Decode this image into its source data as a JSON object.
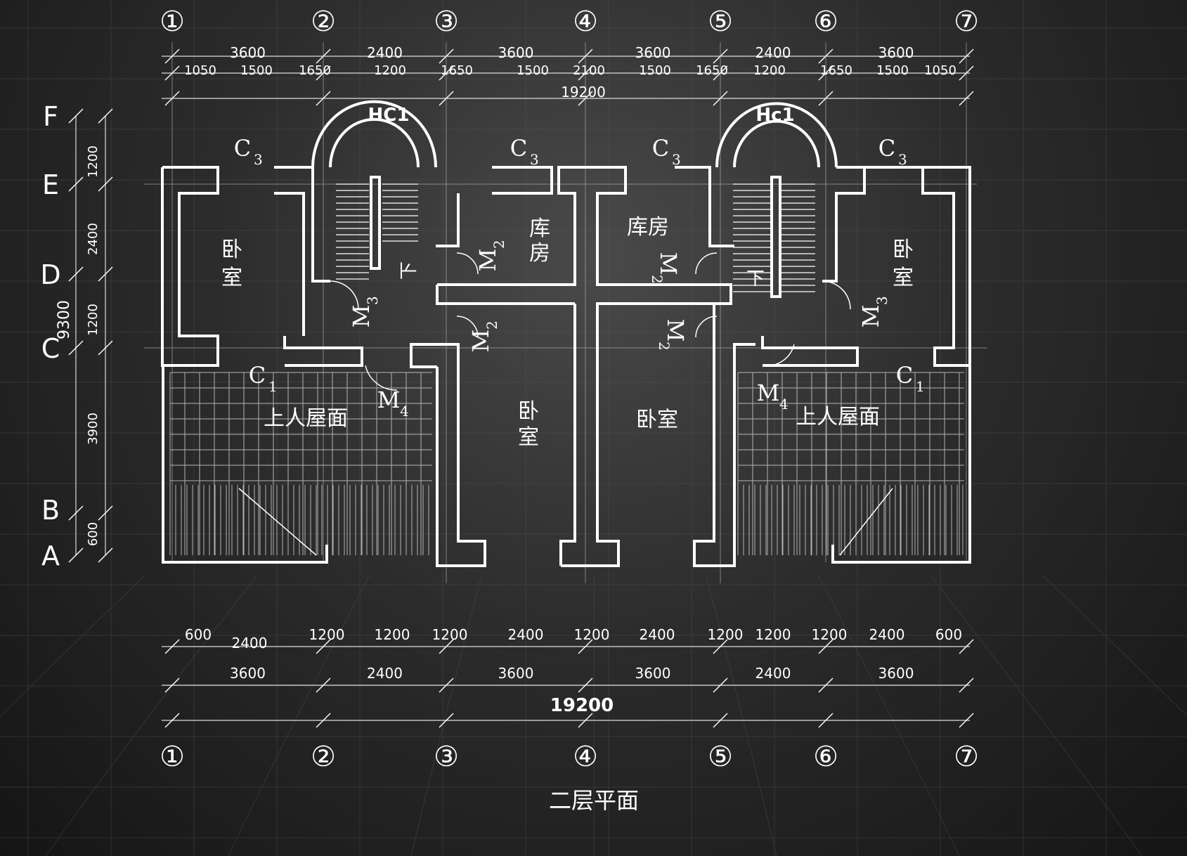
{
  "caption": "二层平面",
  "axes_cols": [
    "①",
    "②",
    "③",
    "④",
    "⑤",
    "⑥",
    "⑦"
  ],
  "axes_rows": [
    "F",
    "E",
    "D",
    "C",
    "B",
    "A"
  ],
  "dims_top_row1": [
    "3600",
    "2400",
    "3600",
    "3600",
    "2400",
    "3600"
  ],
  "dims_top_row2": [
    "1050",
    "1500",
    "1650",
    "1200",
    "1650",
    "1500",
    "2100",
    "1500",
    "1650",
    "1200",
    "1650",
    "1500",
    "1050"
  ],
  "dims_top_total": "19200",
  "dims_left": [
    "1200",
    "2400",
    "1200",
    "3900",
    "600"
  ],
  "dims_left_total": "9300",
  "dims_bottom_row1": [
    "600",
    "2400",
    "1200",
    "1200",
    "1200",
    "2400",
    "1200",
    "2400",
    "1200",
    "1200",
    "1200",
    "2400",
    "600"
  ],
  "dims_bottom_row2": [
    "3600",
    "2400",
    "3600",
    "3600",
    "2400",
    "3600"
  ],
  "dims_bottom_total": "19200",
  "rooms": {
    "bedroom_left_top": [
      "卧",
      "室"
    ],
    "bedroom_right_top": [
      "卧",
      "室"
    ],
    "storage_left": [
      "库",
      "房"
    ],
    "storage_right": "库房",
    "bedroom_center_left": [
      "卧",
      "室"
    ],
    "bedroom_center_right": "卧室",
    "roof_left": "上人屋面",
    "roof_right": "上人屋面"
  },
  "labels": {
    "hc_left": "HC1",
    "hc_right": "Hc1",
    "c3": [
      "C",
      "3"
    ],
    "c1": [
      "C",
      "1"
    ],
    "m2": [
      "M",
      "2"
    ],
    "m3": [
      "M",
      "3"
    ],
    "m4": [
      "M",
      "4"
    ],
    "down": "下"
  },
  "colors": {
    "line": "#ffffff",
    "background": "#2a2a2a"
  }
}
